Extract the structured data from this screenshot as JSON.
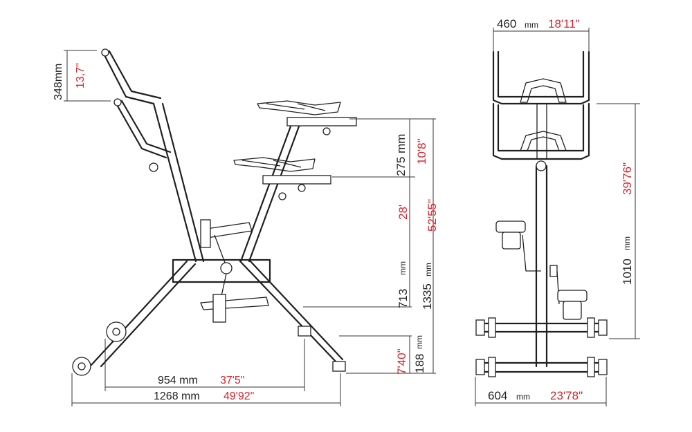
{
  "colors": {
    "metric": "#222222",
    "imperial": "#d9232a",
    "line": "#1f1f1f"
  },
  "side_view": {
    "handlebar_height": {
      "metric": "348mm",
      "imperial": "13,7\""
    },
    "seat_adjust": {
      "metric": "275 mm",
      "imperial": "10'8\""
    },
    "seat_height": {
      "metric": "713",
      "metric_unit": "mm",
      "imperial": "28'"
    },
    "total_height": {
      "metric": "1335",
      "metric_unit": "mm",
      "imperial": "52'55\""
    },
    "foot_height": {
      "metric": "188",
      "metric_unit": "mm",
      "imperial": "7'40\""
    },
    "inner_length": {
      "metric": "954 mm",
      "imperial": "37'5\""
    },
    "total_length": {
      "metric": "1268 mm",
      "imperial": "49'92\""
    }
  },
  "front_view": {
    "handlebar_width": {
      "metric": "460",
      "metric_unit": "mm",
      "imperial": "18'11\""
    },
    "height": {
      "metric": "1010",
      "metric_unit": "mm",
      "imperial": "39'76\""
    },
    "base_width": {
      "metric": "604",
      "metric_unit": "mm",
      "imperial": "23'78\""
    }
  }
}
